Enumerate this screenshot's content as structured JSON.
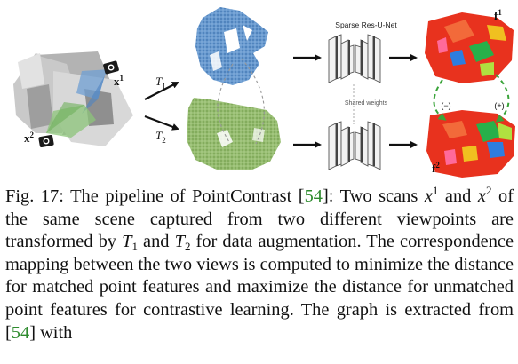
{
  "figure": {
    "labels": {
      "x1_base": "x",
      "x1_sup": "1",
      "x2_base": "x",
      "x2_sup": "2",
      "t1_base": "T",
      "t1_sub": "1",
      "t2_base": "T",
      "t2_sub": "2",
      "network": "Sparse Res-U-Net",
      "shared": "Shared weights",
      "f1_base": "f",
      "f1_sup": "1",
      "f2_base": "f",
      "f2_sup": "2",
      "neg": "(−)",
      "pos": "(+)"
    },
    "colors": {
      "blue_cloud": "#5b8ec6",
      "green_cloud": "#8db56a",
      "feature_red": "#e8321e",
      "green_arc": "#3aa43a"
    }
  },
  "caption": {
    "prefix": "Fig. 17: The pipeline of PointContrast [",
    "ref1": "54",
    "part2": "]: Two scans ",
    "x1_base": "x",
    "x1_sup": "1",
    "part3": " and ",
    "x2_base": "x",
    "x2_sup": "2",
    "part4": " of the same scene captured from two different viewpoints are transformed by ",
    "t1_base": "T",
    "t1_sub": "1",
    "part5": " and ",
    "t2_base": "T",
    "t2_sub": "2",
    "part6": " for data augmentation. The correspondence mapping between the two views is computed to minimize the distance for matched point features and maximize the distance for unmatched point features for contrastive learning. The graph is extracted from [",
    "ref2": "54",
    "part7": "] with"
  }
}
